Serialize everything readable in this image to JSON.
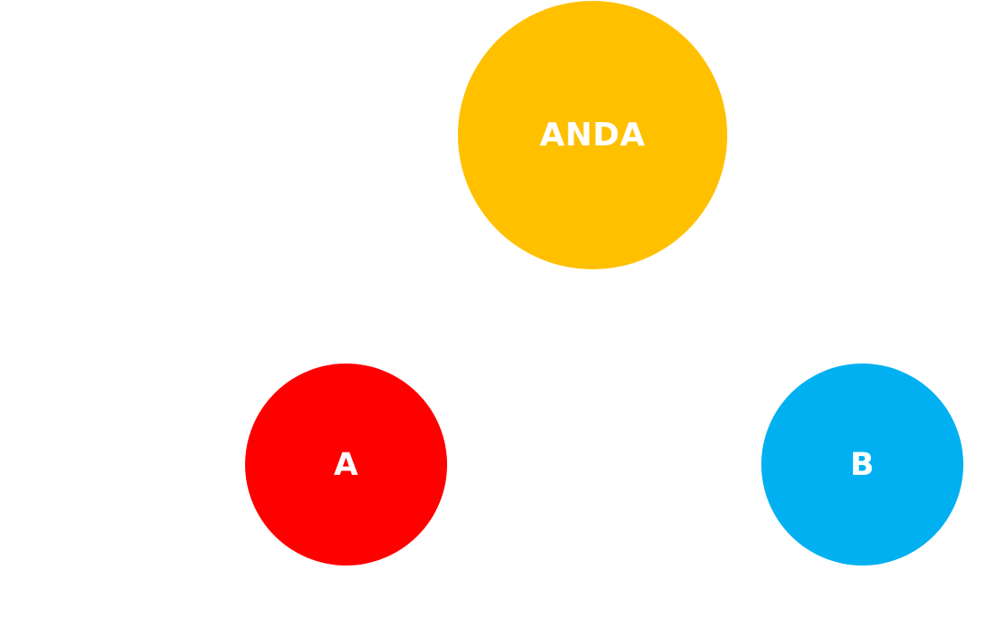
{
  "diagram": {
    "nodes": [
      {
        "id": "top",
        "label": "ANDA",
        "color": "#FFC000"
      },
      {
        "id": "left",
        "label": "A",
        "color": "#FF0000"
      },
      {
        "id": "right",
        "label": "B",
        "color": "#00B0F0"
      }
    ]
  }
}
